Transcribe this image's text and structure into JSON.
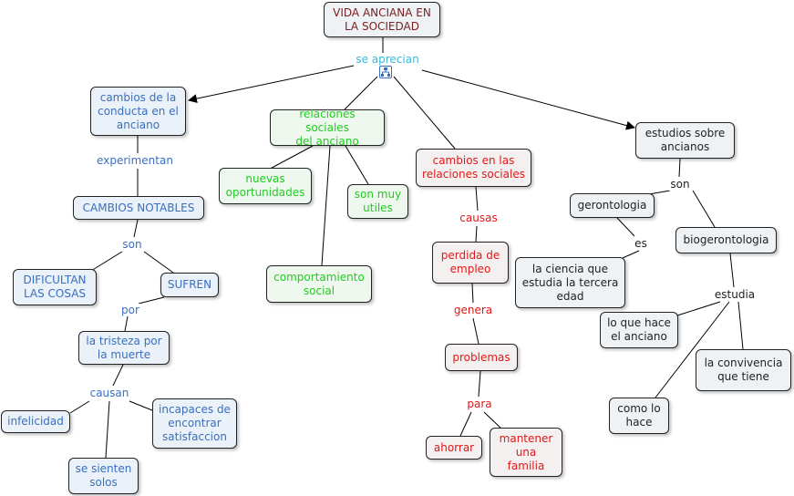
{
  "map": {
    "root": "VIDA ANCIANA EN\nLA SOCIEDAD",
    "root_link": "se aprecian",
    "hub_icon": "concept-map-icon",
    "conducta": {
      "title": "cambios de la\nconducta en el\nanciano",
      "link": "experimentan",
      "cambios_notables": "CAMBIOS NOTABLES",
      "link_son": "son",
      "dificultan": "DIFICULTAN\nLAS COSAS",
      "sufren": "SUFREN",
      "link_por": "por",
      "tristeza": "la tristeza por\nla muerte",
      "link_causan": "causan",
      "infelicidad": "infelicidad",
      "incapaces": "incapaces de\nencontrar\nsatisfaccion",
      "solos": "se sienten\nsolos"
    },
    "relaciones": {
      "title": "relaciones sociales\ndel anciano",
      "nuevas": "nuevas\noportunidades",
      "son_muy_utiles": "son muy\nutiles",
      "comportamiento": "comportamiento\nsocial"
    },
    "cambios_rel": {
      "title": "cambios en las\nrelaciones sociales",
      "link_causas": "causas",
      "perdida": "perdida de\nempleo",
      "link_genera": "genera",
      "problemas": "problemas",
      "link_para": "para",
      "ahorrar": "ahorrar",
      "mantener": "mantener\nuna\nfamilia"
    },
    "estudios": {
      "title": "estudios sobre\nancianos",
      "link_son": "son",
      "gerontologia": "gerontologia",
      "link_es": "es",
      "ciencia": "la ciencia que\nestudia la tercera\nedad",
      "biogerontologia": "biogerontologia",
      "link_estudia": "estudia",
      "lo_que_hace": "lo que hace\nel anciano",
      "convivencia": "la convivencia\nque tiene",
      "como_lo_hace": "como lo\nhace"
    }
  },
  "colors": {
    "root_text": "#7a1f1f",
    "blue_text": "#3a6fc0",
    "green_text": "#22cc22",
    "red_text": "#e01818",
    "cyan_link": "#33bbdd"
  }
}
